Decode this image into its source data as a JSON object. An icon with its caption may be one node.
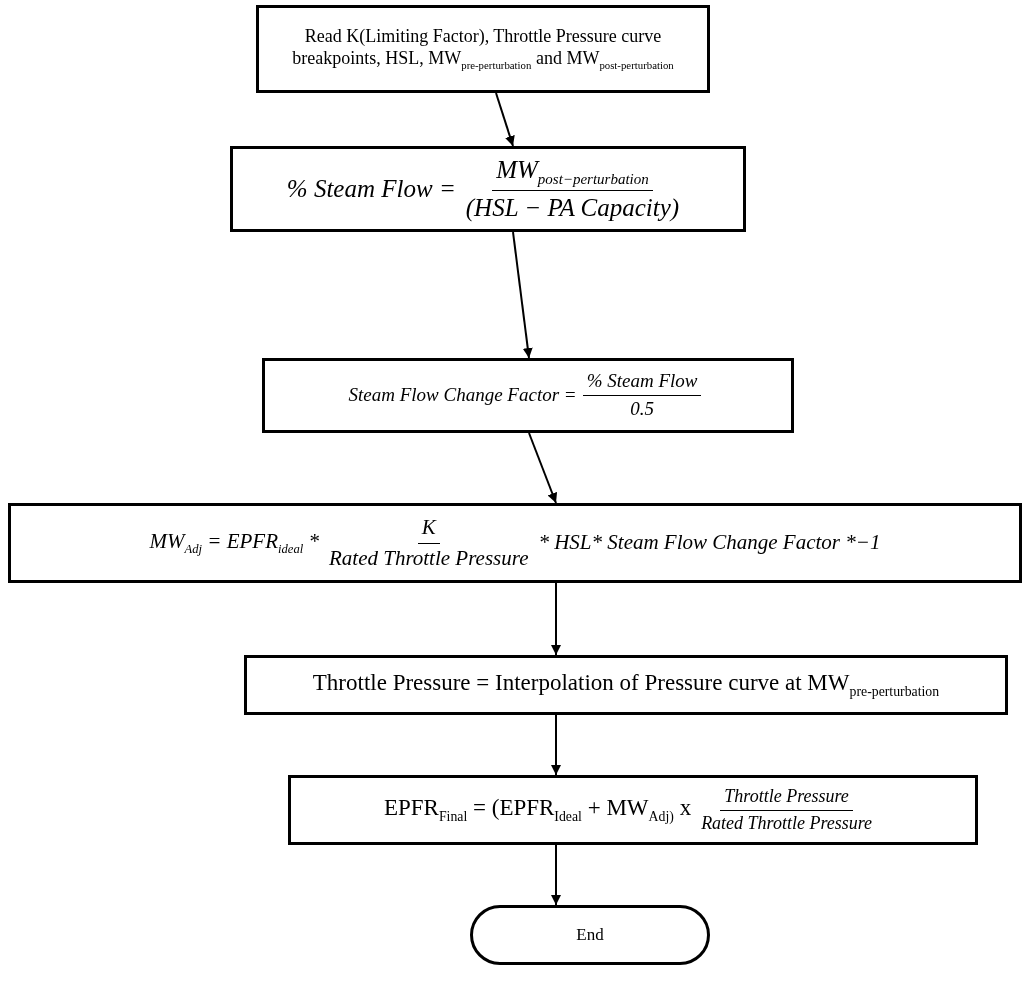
{
  "diagram": {
    "nodes": [
      {
        "text": [
          "Read K(Limiting Factor), Throttle Pressure curve breakpoints, HSL, MW$_{pre-perturbation}$ and MW$_{post-perturbation}$"
        ]
      },
      {
        "text": [
          "% Steam Flow =",
          "MW$_{post−perturbation}$",
          "(HSL − PA Capacity)"
        ]
      },
      {
        "text": [
          "Steam Flow Change Factor =",
          "% Steam Flow",
          "0.5"
        ]
      },
      {
        "text": [
          "MW$_{Adj}$ = EPFR$_{ideal}$ *",
          "K",
          "Rated Throttle Pressure",
          "* HSL* Steam Flow Change Factor *−1"
        ]
      },
      {
        "text": [
          "Throttle Pressure = Interpolation of Pressure curve at MW$_{pre-perturbation}$"
        ]
      },
      {
        "text": [
          "EPFR$_{Final}$  = (EPFR$_{Ideal}$ + MW$_{Adj)}$ x",
          "Throttle Pressure",
          "Rated Throttle Pressure"
        ]
      },
      {
        "text": [
          "End"
        ]
      }
    ],
    "edges": [
      {
        "from": 0,
        "to": 1,
        "arrow": "to"
      },
      {
        "from": 1,
        "to": 2,
        "arrow": "to"
      },
      {
        "from": 2,
        "to": 3,
        "arrow": "to"
      },
      {
        "from": 3,
        "to": 4,
        "arrow": "to"
      },
      {
        "from": 4,
        "to": 5,
        "arrow": "to"
      },
      {
        "from": 5,
        "to": 6,
        "arrow": "to"
      }
    ]
  }
}
